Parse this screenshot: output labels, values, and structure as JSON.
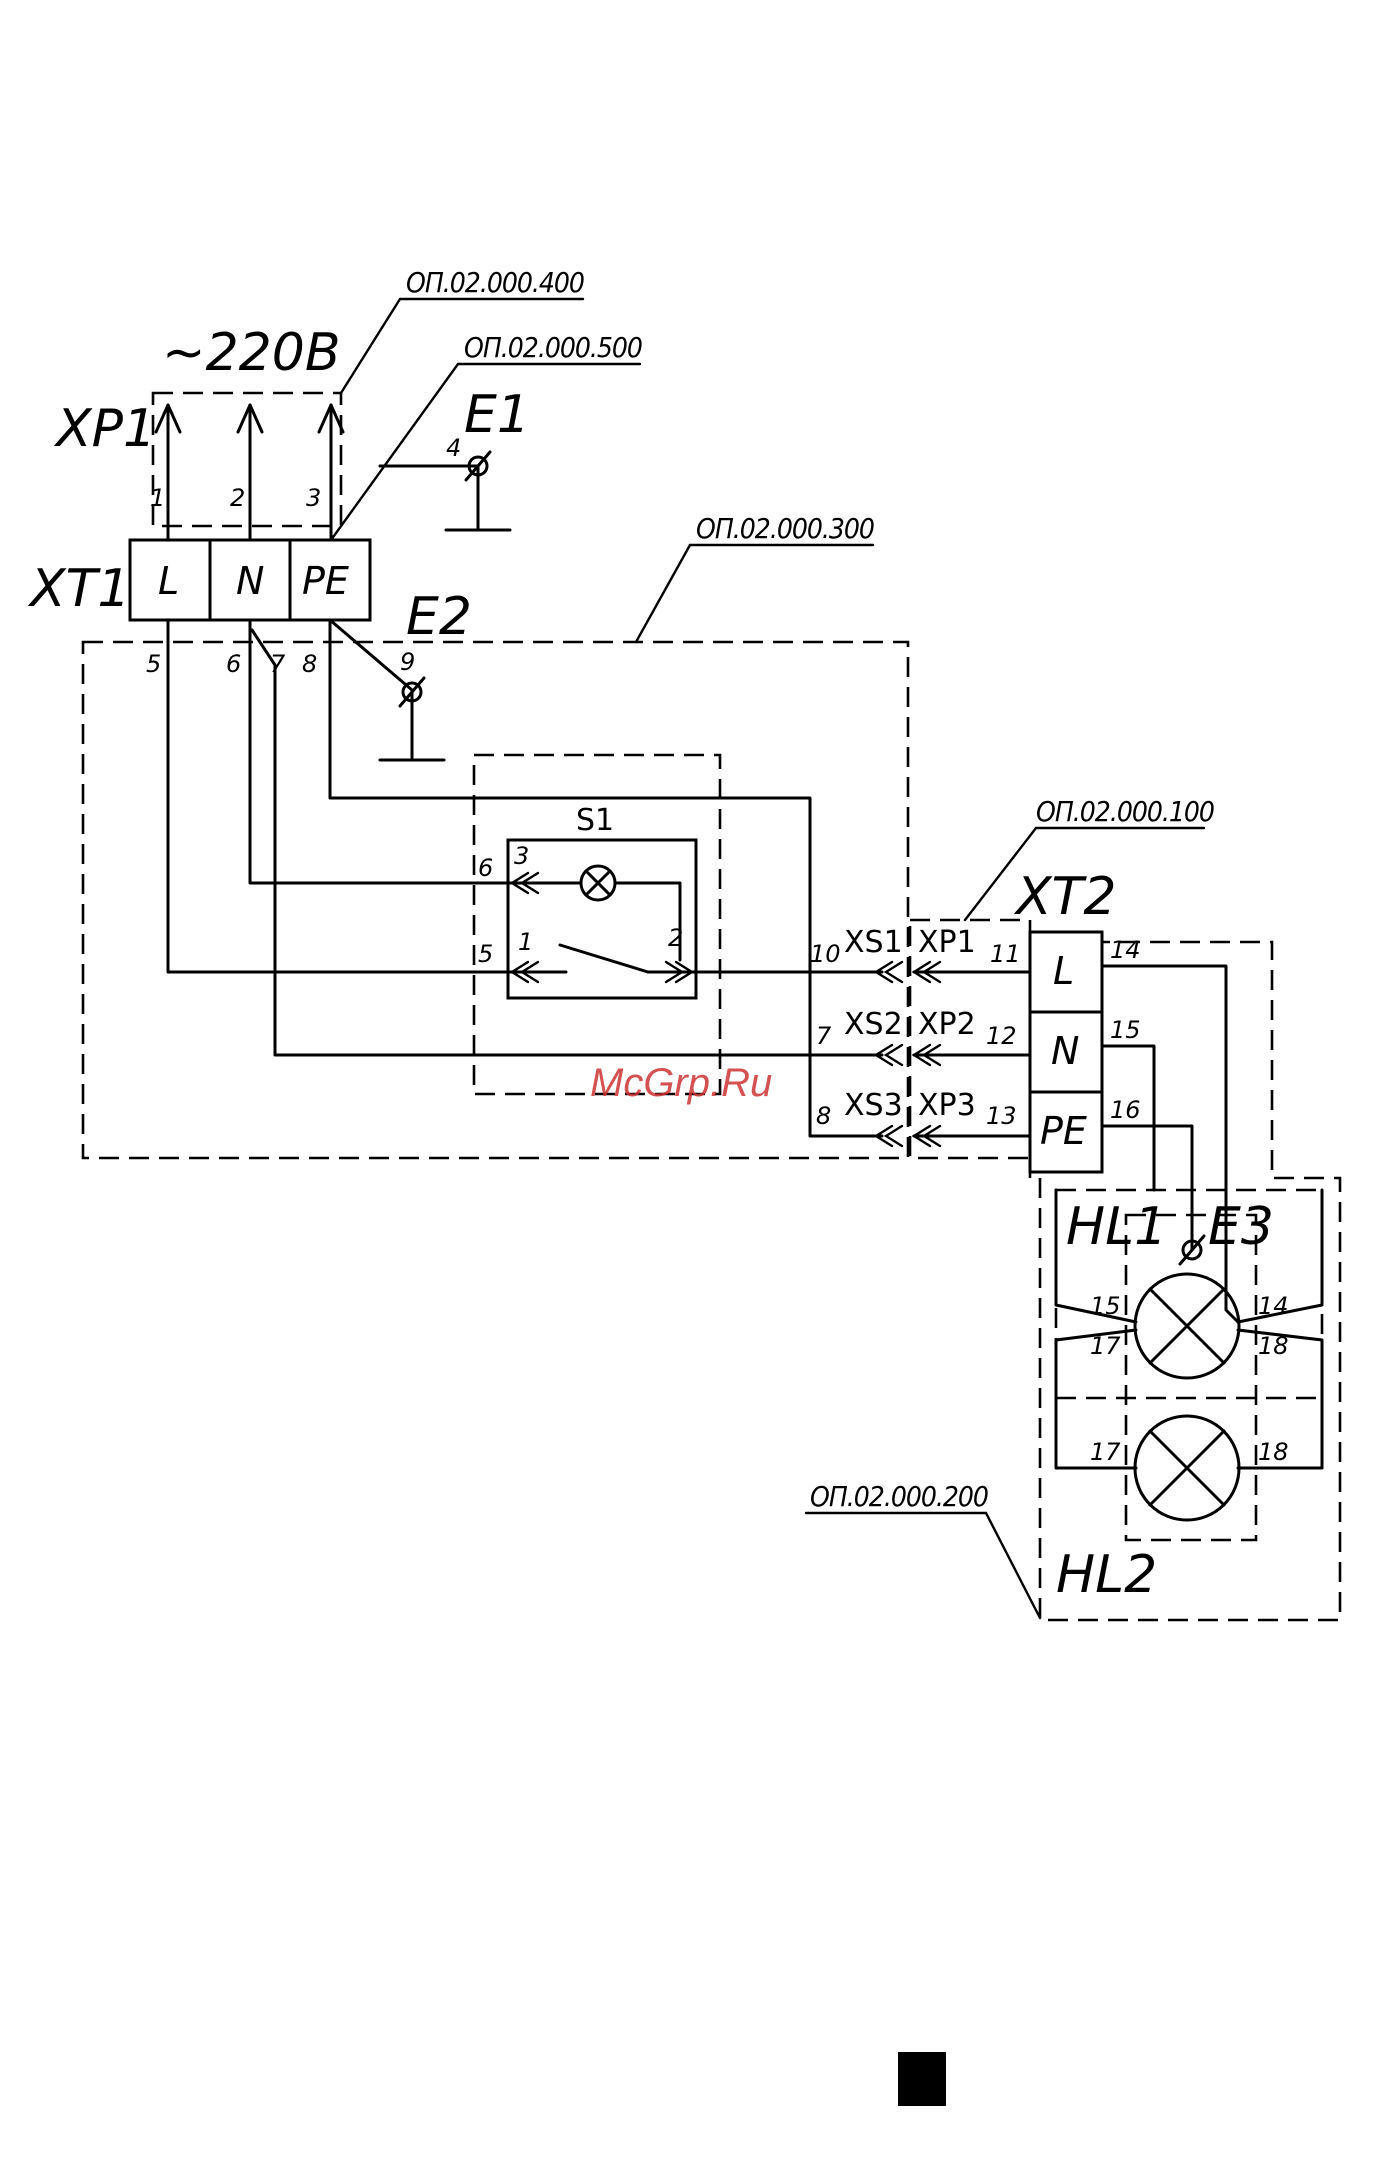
{
  "diagram": {
    "supply_voltage": "~220В",
    "refs": {
      "r400": "ОП.02.000.400",
      "r500": "ОП.02.000.500",
      "r300": "ОП.02.000.300",
      "r100": "ОП.02.000.100",
      "r200": "ОП.02.000.200"
    },
    "designators": {
      "xp1": "XP1",
      "xt1": "XT1",
      "e1": "E1",
      "e2": "E2",
      "e3": "E3",
      "s1": "S1",
      "xt2": "XT2",
      "hl1": "HL1",
      "hl2": "HL2",
      "xs1": "XS1",
      "xs2": "XS2",
      "xs3": "XS3",
      "xp1b": "XP1",
      "xp2": "XP2",
      "xp3": "XP3"
    },
    "terminal_labels": {
      "xt1_l": "L",
      "xt1_n": "N",
      "xt1_pe": "PE",
      "xt2_l": "L",
      "xt2_n": "N",
      "xt2_pe": "PE"
    },
    "wire_numbers": {
      "w1": "1",
      "w2": "2",
      "w3": "3",
      "w4": "4",
      "w5": "5",
      "w6": "6",
      "w7": "7",
      "w8": "8",
      "w9": "9",
      "s1_6": "6",
      "s1_3": "3",
      "s1_5": "5",
      "s1_1": "1",
      "s1_2": "2",
      "w10": "10",
      "w7b": "7",
      "w8b": "8",
      "w11": "11",
      "w12": "12",
      "w13": "13",
      "w14": "14",
      "w15": "15",
      "w16": "16",
      "hl1_15": "15",
      "hl1_17": "17",
      "hl1_14": "14",
      "hl1_18": "18",
      "hl2_17": "17",
      "hl2_18": "18"
    },
    "watermark": "McGrp.Ru"
  }
}
